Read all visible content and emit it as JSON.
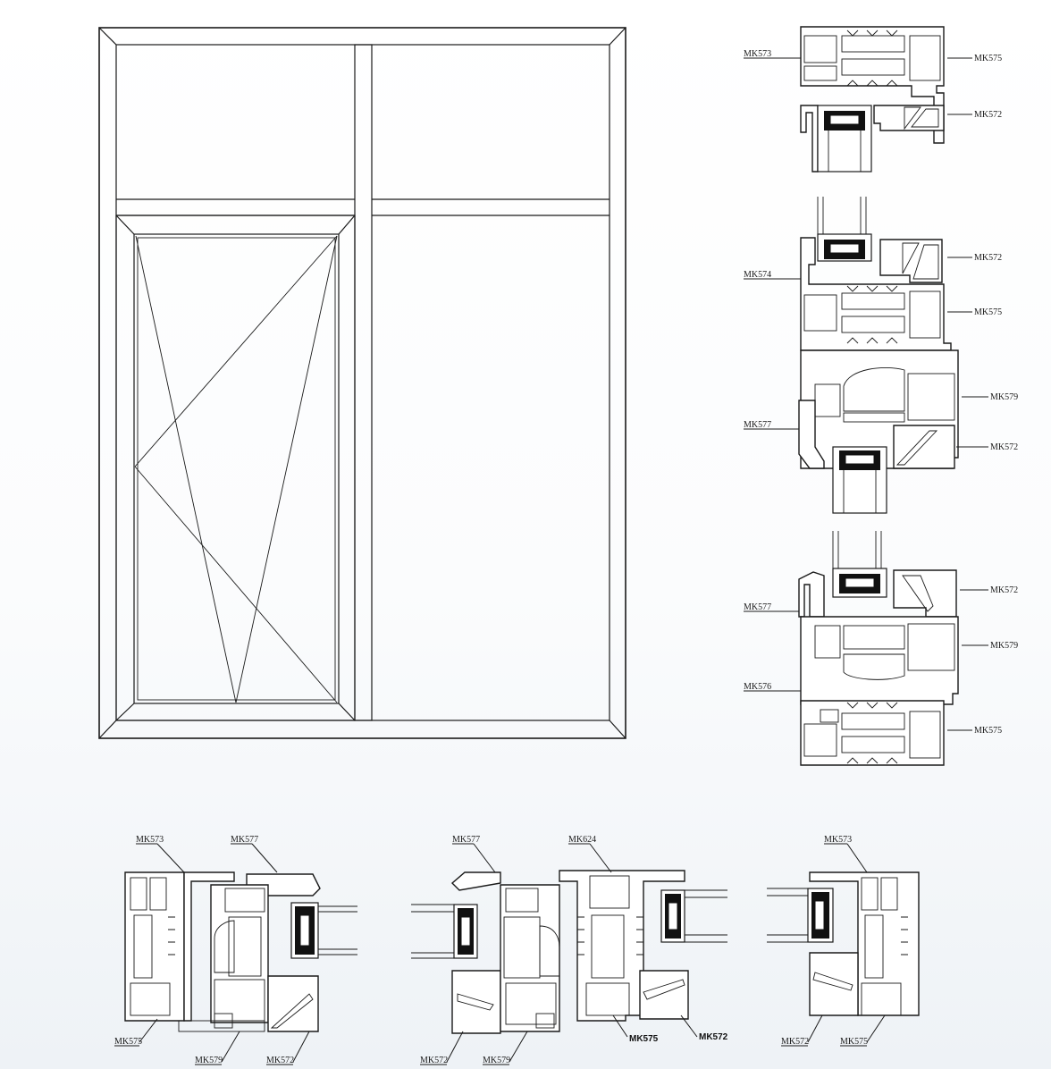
{
  "labels": {
    "v1": [
      "MK573",
      "MK575",
      "MK572"
    ],
    "v2": [
      "MK574",
      "MK572",
      "MK575",
      "MK579",
      "MK577",
      "MK572"
    ],
    "v3": [
      "MK577",
      "MK572",
      "MK579",
      "MK576",
      "MK575"
    ],
    "h1": [
      "MK573",
      "MK577",
      "MK575",
      "MK579",
      "MK572"
    ],
    "h2": [
      "MK577",
      "MK624",
      "MK572",
      "MK579",
      "MK575",
      "MK572"
    ],
    "h3": [
      "MK573",
      "MK572",
      "MK575"
    ]
  }
}
